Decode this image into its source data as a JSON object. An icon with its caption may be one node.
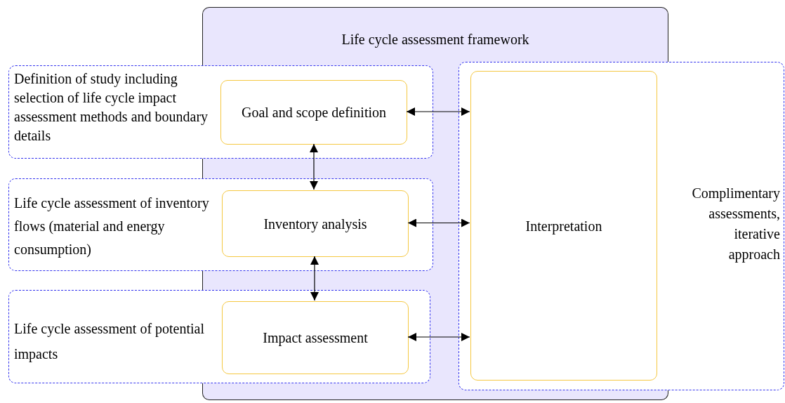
{
  "diagram": {
    "nodes": [
      {
        "text": [
          "Life cycle assessment framework"
        ]
      },
      {
        "text": [
          "Definition of study including selection of life cycle impact assessment methods and boundary details"
        ]
      },
      {
        "text": [
          "Goal and scope definition"
        ],
        "in": 1
      },
      {
        "text": [
          "Life cycle assessment of inventory flows (material and energy consumption)"
        ]
      },
      {
        "text": [
          "Inventory analysis"
        ],
        "in": 3
      },
      {
        "text": [
          "Life cycle assessment of potential impacts"
        ]
      },
      {
        "text": [
          "Impact assessment"
        ],
        "in": 5
      },
      {
        "text": [
          "Complimentary assessments, iterative approach"
        ]
      },
      {
        "text": [
          "Interpretation"
        ],
        "in": 7
      }
    ],
    "edges": [
      {
        "from": 2,
        "to": 4,
        "arrow": "both"
      },
      {
        "from": 4,
        "to": 6,
        "arrow": "both"
      },
      {
        "from": 2,
        "to": 8,
        "arrow": "both"
      },
      {
        "from": 4,
        "to": 8,
        "arrow": "both"
      },
      {
        "from": 6,
        "to": 8,
        "arrow": "both"
      }
    ]
  }
}
